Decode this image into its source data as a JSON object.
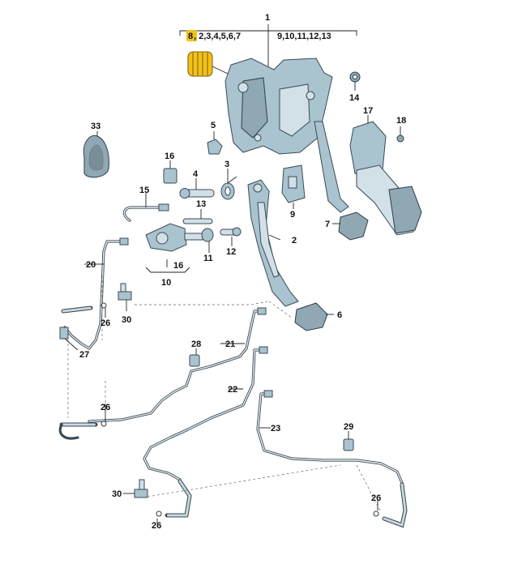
{
  "diagram": {
    "header": {
      "number": "1",
      "sub_left_highlight": "8",
      "sub_left_rest": ", 2,3,4,5,6,7",
      "sub_right": "9,10,11,12,13"
    },
    "callouts": {
      "c2": "2",
      "c3": "3",
      "c4": "4",
      "c5": "5",
      "c6": "6",
      "c7": "7",
      "c9": "9",
      "c10": "10",
      "c11": "11",
      "c12": "12",
      "c13": "13",
      "c14": "14",
      "c15": "15",
      "c16a": "16",
      "c16b": "16",
      "c17": "17",
      "c18": "18",
      "c20": "20",
      "c21": "21",
      "c22": "22",
      "c23": "23",
      "c26a": "26",
      "c26b": "26",
      "c26c": "26",
      "c26d": "26",
      "c27": "27",
      "c28": "28",
      "c29": "29",
      "c30a": "30",
      "c30b": "30",
      "c33": "33"
    },
    "colors": {
      "highlight": "#f2c21b",
      "part": "#a9c3cf",
      "outline": "#3a4a55"
    }
  }
}
